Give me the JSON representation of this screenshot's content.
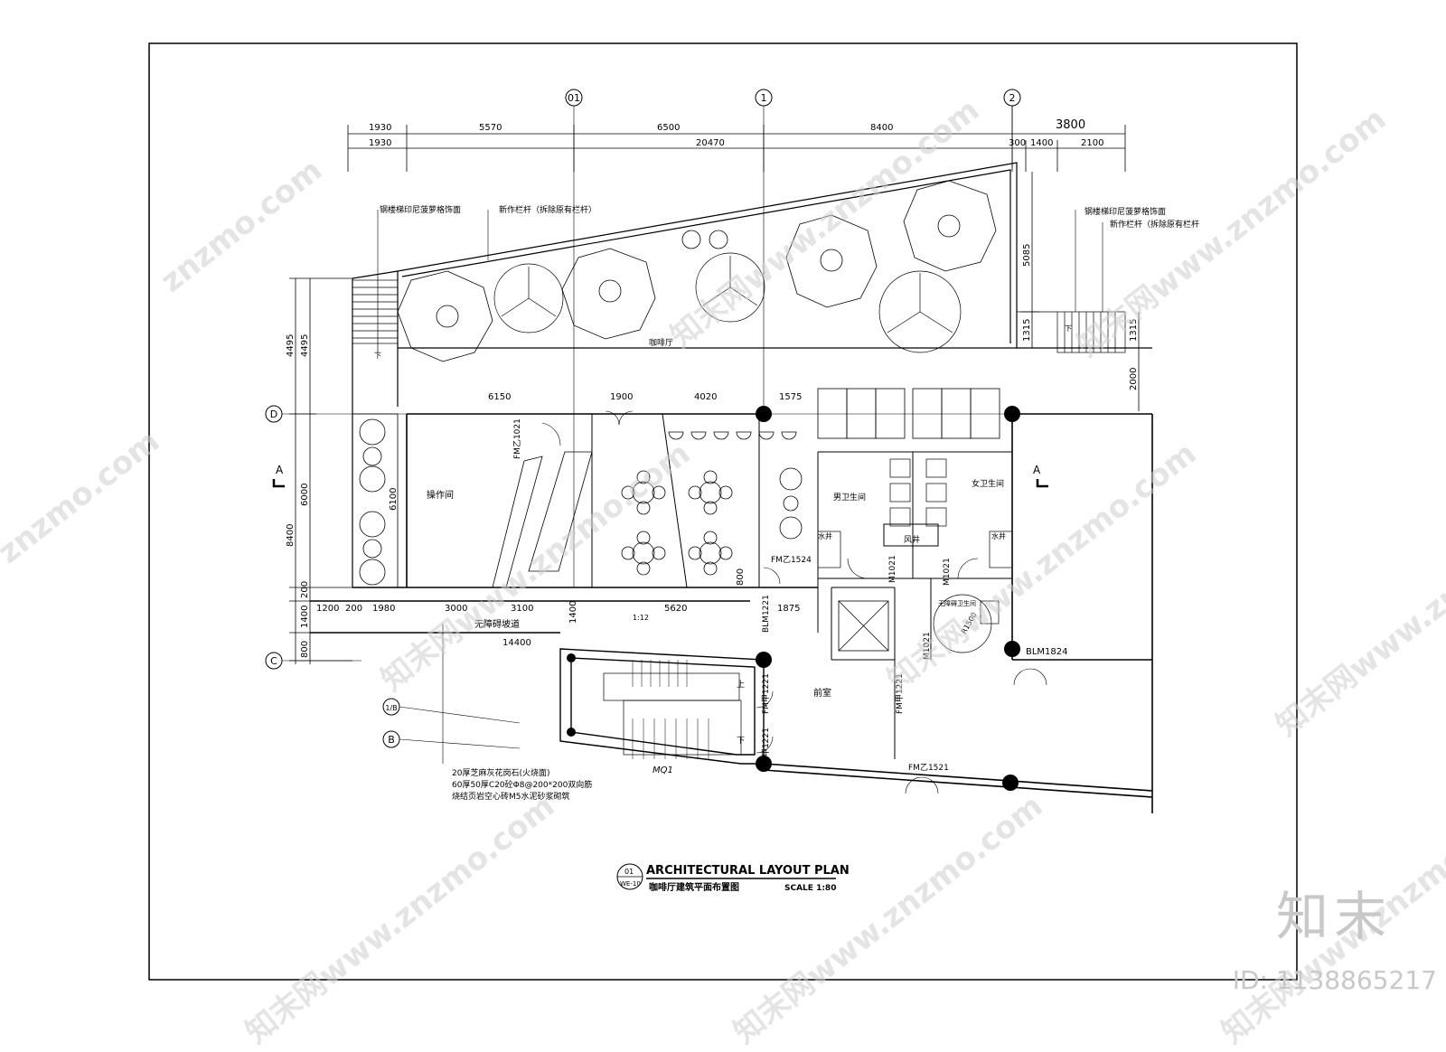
{
  "dimensions": {
    "top_row1": [
      "1930",
      "5570",
      "6500",
      "8400",
      "3800"
    ],
    "top_row2": [
      "1930",
      "20470",
      "300",
      "1400",
      "2100"
    ],
    "left_vertical": [
      "4495",
      "4495",
      "6000",
      "8400",
      "200",
      "1400",
      "800"
    ],
    "right_vertical": [
      "5085",
      "1315",
      "1315",
      "2000"
    ],
    "grid_D_segments": [
      "6150",
      "1900",
      "4020",
      "1575"
    ],
    "room_6100": "6100",
    "bottom_row": [
      "1200",
      "200",
      "1980",
      "3000",
      "3100",
      "1400",
      "5620",
      "1875"
    ],
    "bottom_total": "14400",
    "dim_800": "800"
  },
  "grid_axes": {
    "col_01": "01",
    "col_1": "1",
    "col_2": "2",
    "row_D": "D",
    "row_C": "C",
    "row_1B": "1/B",
    "row_B": "B"
  },
  "annotations": {
    "stair_left": "钢楼梯印尼菠萝格饰面",
    "rail_left": "新作栏杆（拆除原有栏杆）",
    "stair_right": "钢楼梯印尼菠萝格饰面",
    "rail_right": "新作栏杆（拆除原有栏杆",
    "cafe": "咖啡厅",
    "operation_room": "操作间",
    "mens_wc": "男卫生间",
    "womens_wc": "女卫生间",
    "shaft": "风井",
    "water_left": "水井",
    "water_right": "水井",
    "accessible_wc": "无障碍卫生间",
    "ramp": "无障碍坡道",
    "ramp_slope": "1:12",
    "lobby": "前室",
    "up": "上",
    "down": "下",
    "section_a": "A",
    "note_line1": "20厚芝麻灰花岗石(火烧面)",
    "note_line2": "60厚50厚C20砼Φ8@200*200双向筋",
    "note_line3": "烧结页岩空心砖M5水泥砂浆砌筑",
    "stair_tag": "MQ1",
    "radius": "R1500"
  },
  "door_tags": {
    "fm_yi_1021": "FM乙1021",
    "fm_yi_1524": "FM乙1524",
    "blm_1221": "BLM1221",
    "fm_jia_1221_a": "FM甲1221",
    "fm_jia_1221_b": "FM甲1221",
    "fm_jia_1221_c": "FM甲1221",
    "m1021_a": "M1021",
    "m1021_b": "M1021",
    "m1021_c": "M1021",
    "blm_1824": "BLM1824",
    "fm_yi_1521": "FM乙1521"
  },
  "title_block": {
    "drawing_number": "01",
    "sheet": "WE-10",
    "title_en": "ARCHITECTURAL LAYOUT PLAN",
    "title_cn": "咖啡厅建筑平面布置图",
    "scale": "SCALE 1:80"
  },
  "watermark": {
    "site": "znzmo.com",
    "site_cn": "知末网www.znzmo.com",
    "logo": "知末",
    "id": "ID: 1138865217"
  },
  "colors": {
    "line": "#000000",
    "watermark": "#cfcfcf",
    "background": "#ffffff"
  }
}
